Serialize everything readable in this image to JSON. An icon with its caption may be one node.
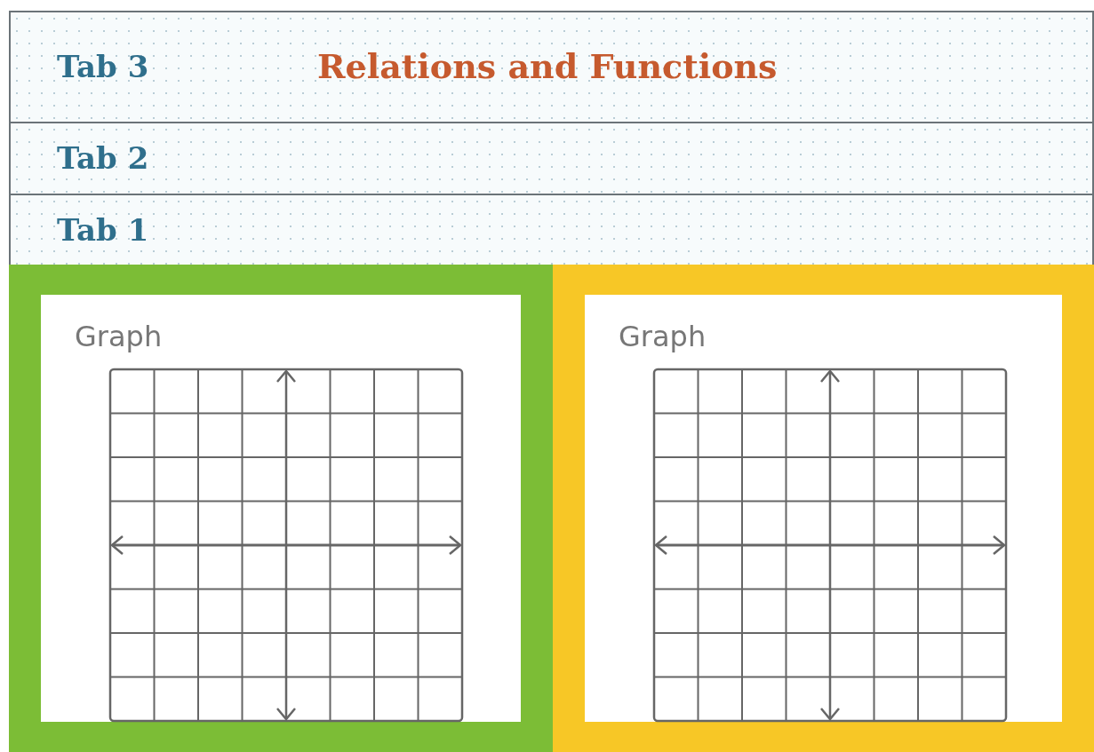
{
  "diagram": {
    "nodes": [
      {
        "text": [
          "Tab 3",
          "Relations and Functions"
        ]
      },
      {
        "text": [
          "Tab 2"
        ]
      },
      {
        "text": [
          "Tab 1"
        ]
      },
      {
        "text": [
          "Graph"
        ]
      },
      {
        "text": [
          "Graph"
        ]
      }
    ]
  }
}
